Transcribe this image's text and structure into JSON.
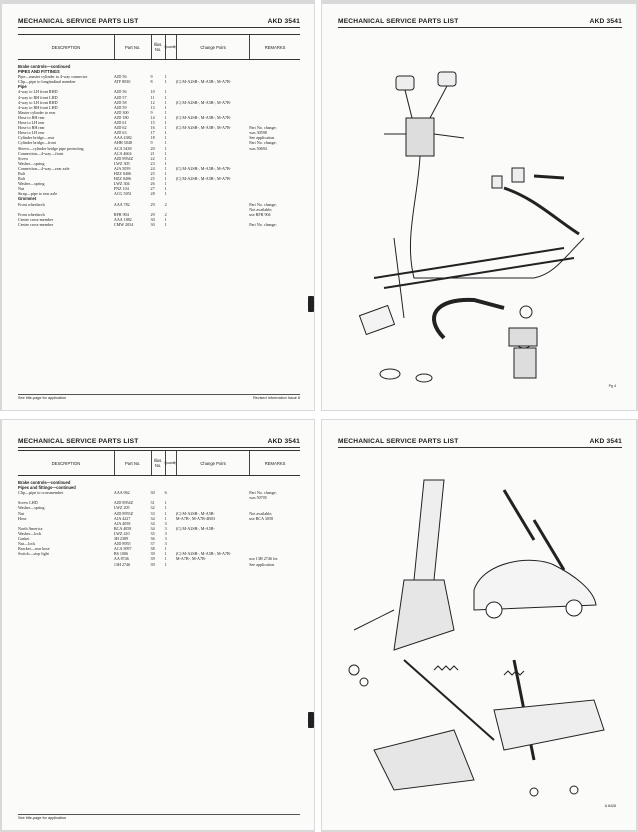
{
  "header": {
    "title": "MECHANICAL SERVICE PARTS LIST",
    "code": "AKD 3541"
  },
  "columns": {
    "description": "DESCRIPTION",
    "part": "Part No.",
    "illus": "Illus. No.",
    "qty": "Quantity",
    "change": "Change Point",
    "remarks": "REMARKS"
  },
  "page1": {
    "rows": [
      {
        "d": "Brake controls—continued",
        "sec": true
      },
      {
        "d": "PIPES AND FITTINGS",
        "sec": true
      },
      {
        "d": "Pipe—master cylinder to 4-way connector",
        "p": "AJD 56",
        "i": "9",
        "q": "1"
      },
      {
        "d": "Clip—pipe to longitudinal member",
        "p": "ATF 8030",
        "i": "8",
        "q": "1",
        "ch": "(C) M-A2SB-, M-A5B-, M-A7B-"
      },
      {
        "d": "Pipe",
        "sec": true
      },
      {
        "d": "  4-way to LH front     RHD",
        "p": "AJD 56",
        "i": "10",
        "q": "1"
      },
      {
        "d": "  4-way to RH front     LHD",
        "p": "AJD 57",
        "i": "11",
        "q": "1"
      },
      {
        "d": "  4-way to LH front     RHD",
        "p": "AJD 58",
        "i": "12",
        "q": "1",
        "ch": "(C) M-A2SB-, M-A5B-, M-A7B-"
      },
      {
        "d": "  4-way to RH front     LHD",
        "p": "AJD 59",
        "i": "13",
        "q": "1"
      },
      {
        "d": "  Master cylinder to rear",
        "p": "AJD 300",
        "i": "9",
        "q": "1"
      },
      {
        "d": "  Hose to RH rear",
        "p": "AJD 180",
        "i": "14",
        "q": "1",
        "ch": "(C) M-A2SB-, M-A5B-, M-A7B-"
      },
      {
        "d": "  Hose to LH rear",
        "p": "AJD 61",
        "i": "15",
        "q": "1"
      },
      {
        "d": "  Hose to RH rear",
        "p": "AJD 62",
        "i": "16",
        "q": "1",
        "ch": "(C) M-A2SB-, M-A5B-, M-A7B-",
        "r": "Part No. change;"
      },
      {
        "d": "  Hose to LH rear",
        "p": "AJD 63",
        "i": "17",
        "q": "1",
        "r": "was 30598"
      },
      {
        "d": "  Cylinder bridge—rear",
        "p": "AAA 4382",
        "i": "18",
        "q": "1",
        "r": "See application"
      },
      {
        "d": "Cylinder bridge—front",
        "p": "AHH 5048",
        "i": "9",
        "q": "1",
        "r": "Part No. change;"
      },
      {
        "d": "Sleeve—cylinder bridge pipe protecting",
        "p": "ACA 5438",
        "i": "20",
        "q": "1",
        "r": "was 50694"
      },
      {
        "d": "Connection—4-way—front",
        "p": "ACA 4604",
        "i": "21",
        "q": "1"
      },
      {
        "d": "Screw",
        "p": "AJD 8954Z",
        "i": "22",
        "q": "1"
      },
      {
        "d": "Washer—spring",
        "p": "LWZ 305",
        "i": "23",
        "q": "1"
      },
      {
        "d": "Connection—4-way—rear axle",
        "p": "AJA 5059",
        "i": "24",
        "q": "1",
        "ch": "(C) M-A2SB-, M-A5B-, M-A7B-"
      },
      {
        "d": "Bolt",
        "p": "HZZ 0406",
        "i": "25",
        "q": "1"
      },
      {
        "d": "Bolt",
        "p": "HZZ 0406",
        "i": "25",
        "q": "1",
        "ch": "(C) M-A2SB-, M-A5B-, M-A7B-"
      },
      {
        "d": "Washer—spring",
        "p": "LWZ 304",
        "i": "26",
        "q": "1"
      },
      {
        "d": "Nut",
        "p": "FNZ 104",
        "i": "27",
        "q": "1"
      },
      {
        "d": "Strap—pipe to rear axle",
        "p": "ACG 5051",
        "i": "28",
        "q": "1"
      },
      {
        "d": "Grommet",
        "sec": true
      },
      {
        "d": "  Front wheelarch",
        "p": "AAA 782",
        "i": "29",
        "q": "2",
        "r": "Part No. change;"
      },
      {
        "d": "",
        "r": "Not available;"
      },
      {
        "d": "  Front wheelarch",
        "p": "RFR 904",
        "i": "29",
        "q": "2",
        "r": "use RFR 904"
      },
      {
        "d": "  Centre cross-member",
        "p": "AAA 1882",
        "i": "30",
        "q": "1"
      },
      {
        "d": "  Centre cross-member",
        "p": "CMW 2054",
        "i": "30",
        "q": "1",
        "r": "Part No. change;"
      }
    ],
    "footer_left": "See title-page for application",
    "footer_right": "Revised Information   Issue 8"
  },
  "page3": {
    "rows": [
      {
        "d": "Brake controls—continued",
        "sec": true
      },
      {
        "d": "Pipes and fittings—continued",
        "sec": true
      },
      {
        "d": "Clip—pipe to crossmember",
        "p": "AAA 962",
        "i": "30",
        "q": "6",
        "r": "Part No. change;"
      },
      {
        "d": "",
        "r": "was 50705"
      },
      {
        "d": "Screw                  LHD",
        "p": "AJD 8954Z",
        "i": "31",
        "q": "1"
      },
      {
        "d": "Washer—spring",
        "p": "LWZ 205",
        "i": "32",
        "q": "1"
      },
      {
        "d": "Nut",
        "p": "AJD 8955Z",
        "i": "33",
        "q": "1",
        "ch": "(C) M-A2SB-, M-A5B-",
        "r": "Not available;"
      },
      {
        "d": "Hose",
        "p": "AJA 4227",
        "i": "34",
        "q": "1",
        "ch": "M-A7B-, M-A7B-4B03",
        "r": "use BCA 3058"
      },
      {
        "d": "",
        "p": "AJA 4058",
        "i": "34",
        "q": "3"
      },
      {
        "d": "               North America",
        "p": "BCA 4058",
        "i": "34",
        "q": "3",
        "ch": "(C) M-A2SB-, M-A5B-"
      },
      {
        "d": "Washer—lock",
        "p": "LWZ 410",
        "i": "35",
        "q": "3"
      },
      {
        "d": "Gasket",
        "p": "3H 2389",
        "i": "36",
        "q": "3"
      },
      {
        "d": "Nut—lock",
        "p": "AJD 8955",
        "i": "37",
        "q": "3"
      },
      {
        "d": "Bracket—rear hose",
        "p": "ACA 5097",
        "i": "38",
        "q": "1"
      },
      {
        "d": "Switch—stop light",
        "p": "BS 1006",
        "i": "39",
        "q": "1",
        "ch": "(C) M-A2SB-, M-A5B-, M-A7B-"
      },
      {
        "d": "",
        "p": "AA 8746",
        "i": "39",
        "q": "1",
        "ch": "M-A7B-, M-A7B-",
        "r": "use 13H 2746 for"
      },
      {
        "d": "",
        "p": "13H 2746",
        "i": "39",
        "q": "1",
        "r": "See application"
      }
    ],
    "footer_left": "See title-page for application",
    "footer_right": ""
  },
  "diagram_labels": {
    "plate1": "Pg 4",
    "plate2": "A 6428"
  },
  "tab_icons": [
    "bookmark-tab-icon"
  ]
}
